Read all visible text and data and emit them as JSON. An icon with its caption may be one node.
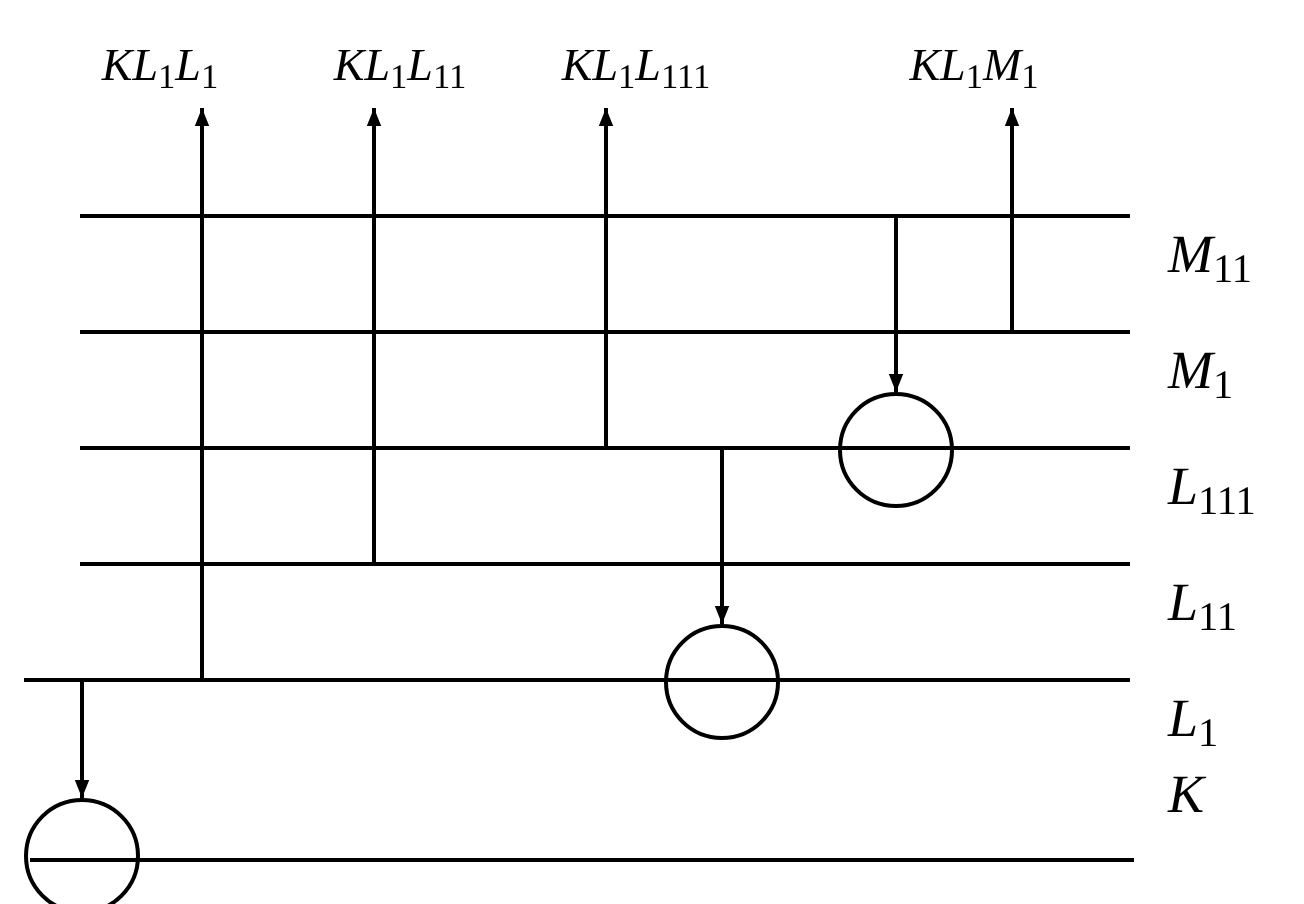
{
  "diagram": {
    "nodes": [
      {
        "text": [
          "KL$_{1}$L$_{1}$"
        ]
      },
      {
        "text": [
          "KL$_{1}$L$_{11}$"
        ]
      },
      {
        "text": [
          "KL$_{1}$L$_{111}$"
        ]
      },
      {
        "text": [
          "KL$_{1}$M$_{1}$"
        ]
      },
      {
        "text": [],
        "shape": "bar",
        "beside": [
          "M$_{11}$"
        ]
      },
      {
        "text": [],
        "shape": "bar",
        "beside": [
          "M$_{1}$"
        ]
      },
      {
        "text": [],
        "shape": "bar",
        "beside": [
          "L$_{111}$"
        ]
      },
      {
        "text": [],
        "shape": "bar",
        "beside": [
          "L$_{11}$"
        ]
      },
      {
        "text": [],
        "shape": "bar",
        "beside": [
          "L$_{1}$"
        ]
      },
      {
        "text": [],
        "shape": "bar",
        "beside": [
          "K"
        ]
      },
      {
        "text": [],
        "shape": "circle"
      },
      {
        "text": [],
        "shape": "circle"
      },
      {
        "text": [],
        "shape": "circle"
      }
    ],
    "edges": [
      {
        "from": 8,
        "to": 0,
        "arrow": "to"
      },
      {
        "from": 7,
        "to": 1,
        "arrow": "to"
      },
      {
        "from": 6,
        "to": 2,
        "arrow": "to"
      },
      {
        "from": 5,
        "to": 3,
        "arrow": "to"
      },
      {
        "from": 4,
        "to": 10,
        "arrow": "to"
      },
      {
        "from": 6,
        "to": 11,
        "arrow": "to"
      },
      {
        "from": 8,
        "to": 12,
        "arrow": "to"
      }
    ]
  }
}
